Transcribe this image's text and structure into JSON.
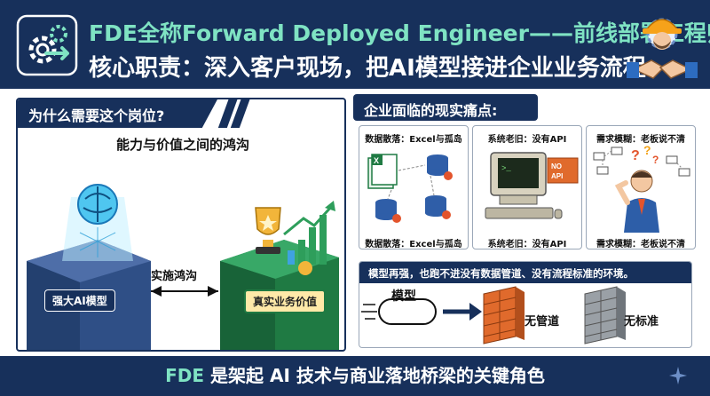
{
  "header": {
    "title_line1": "FDE全称Forward Deployed Engineer——前线部署工程师",
    "title_line2": "核心职责：深入客户现场，把AI模型接进企业业务流程",
    "logo_icon": "gear-deploy-icon",
    "mascot_icon": "engineer-handshake-icon"
  },
  "left_panel": {
    "title": "为什么需要这个岗位?",
    "gap_heading": "能力与价值之间的鸿沟",
    "ai_label": "强大AI模型",
    "value_label": "真实业务价值",
    "bridge_label": "实施鸿沟"
  },
  "pain_points": {
    "title": "企业面临的现实痛点:",
    "cards": [
      {
        "label_top": "数据散落：Excel与孤岛",
        "label_bottom": "数据散落：Excel与孤岛",
        "icon": "scattered-data-icon"
      },
      {
        "label_top": "系统老旧：没有API",
        "label_bottom": "系统老旧：没有API",
        "icon": "legacy-computer-icon",
        "badge": "NO API"
      },
      {
        "label_top": "需求模糊：老板说不清",
        "label_bottom": "需求模糊：老板说不清",
        "icon": "confused-boss-icon"
      }
    ],
    "bottom_caption": "模型再强，也跑不进没有数据管道、没有流程标准的环境。",
    "model_label": "模型",
    "wall1_label": "无管道",
    "wall2_label": "无标准"
  },
  "footer": {
    "em": "FDE",
    "text": " 是架起 AI 技术与商业落地桥梁的关键角色"
  },
  "colors": {
    "navy": "#17305b",
    "mint": "#7fe3c3",
    "green": "#2e9e5b",
    "brick": "#e06a2c"
  }
}
